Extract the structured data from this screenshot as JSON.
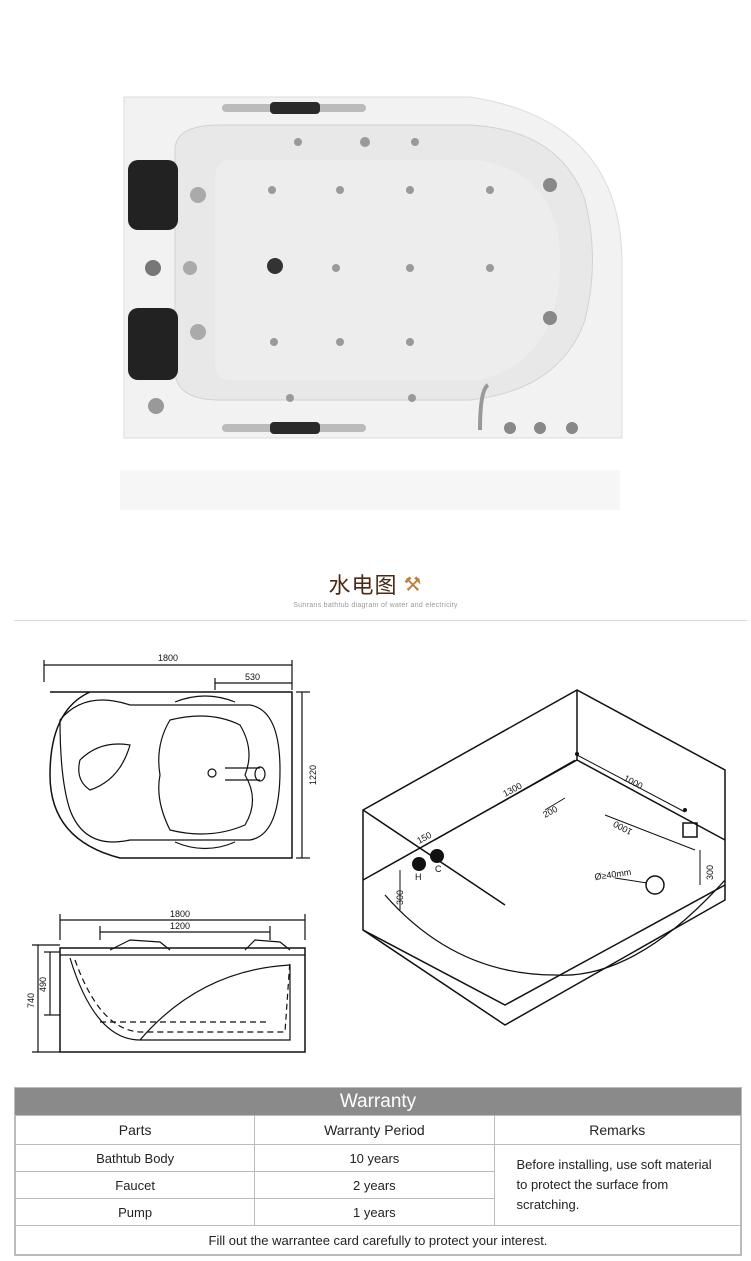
{
  "section": {
    "title_cn": "水电图",
    "subtitle_en": "Sunrans bathtub diagram of water and electricity"
  },
  "plan_view": {
    "length": "1800",
    "offset": "530",
    "width": "1220"
  },
  "side_view": {
    "length": "1800",
    "inner_length": "1200",
    "height": "740",
    "inner_height": "490"
  },
  "iso_view": {
    "d1300": "1300",
    "d1000a": "1000",
    "d1000b": "1000",
    "d200": "200",
    "d150": "150",
    "d300a": "300",
    "d300b": "300",
    "drain": "Ø≥40mm",
    "hot": "H",
    "cold": "C"
  },
  "warranty": {
    "title": "Warranty",
    "headers": [
      "Parts",
      "Warranty Period",
      "Remarks"
    ],
    "rows": [
      {
        "part": "Bathtub Body",
        "period": "10 years"
      },
      {
        "part": "Faucet",
        "period": "2 years"
      },
      {
        "part": "Pump",
        "period": "1 years"
      }
    ],
    "remarks": "Before installing, use soft material to protect the surface from scratching.",
    "footer": "Fill out the warrantee card carefully to protect your interest."
  }
}
